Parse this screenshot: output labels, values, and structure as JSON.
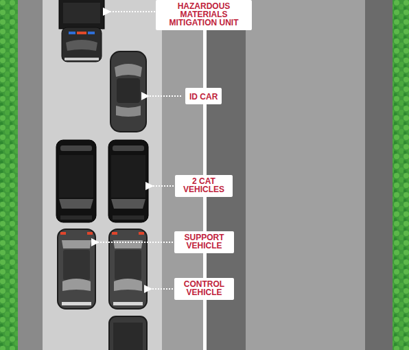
{
  "diagram": {
    "nodes": [
      {
        "text": [
          "HAZARDOUS MATERIALS MITIGATION UNIT"
        ]
      },
      {
        "text": [
          "ID CAR"
        ]
      },
      {
        "text": [
          "2 CAT VEHICLES"
        ]
      },
      {
        "text": [
          "SUPPORT VEHICLE"
        ]
      },
      {
        "text": [
          "CONTROL VEHICLE"
        ]
      }
    ]
  }
}
